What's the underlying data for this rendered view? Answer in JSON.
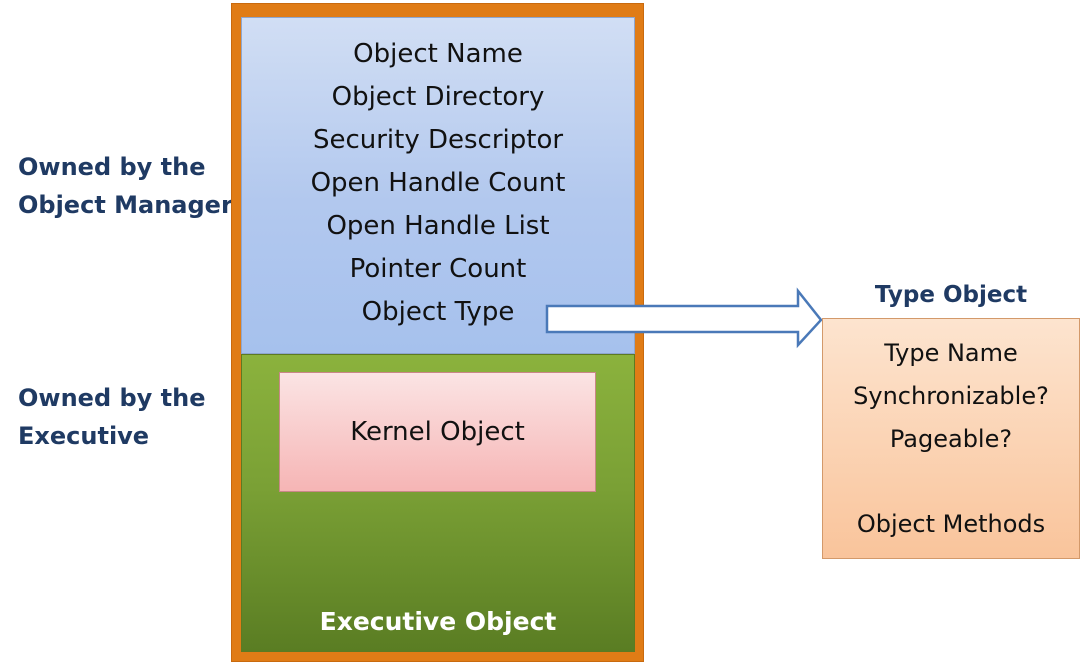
{
  "left_labels": {
    "object_manager": [
      "Owned by the",
      "Object Manager"
    ],
    "executive": [
      "Owned by the",
      "Executive"
    ]
  },
  "object_header": {
    "fields": [
      "Object Name",
      "Object Directory",
      "Security Descriptor",
      "Open Handle Count",
      "Open Handle List",
      "Pointer Count",
      "Object Type"
    ]
  },
  "kernel_object": {
    "label": "Kernel Object"
  },
  "executive_object": {
    "label": "Executive Object"
  },
  "type_object": {
    "title": "Type Object",
    "fields": [
      "Type Name",
      "Synchronizable?",
      "Pageable?",
      "Object Methods"
    ]
  },
  "colors": {
    "outer_border": "#e07c16",
    "header_panel": "#b2c8ee",
    "executive_panel": "#7aa035",
    "kernel_box": "#f6b5b5",
    "type_box": "#f9c49b",
    "label_text": "#1f3a63",
    "arrow_stroke": "#4a79b8"
  }
}
